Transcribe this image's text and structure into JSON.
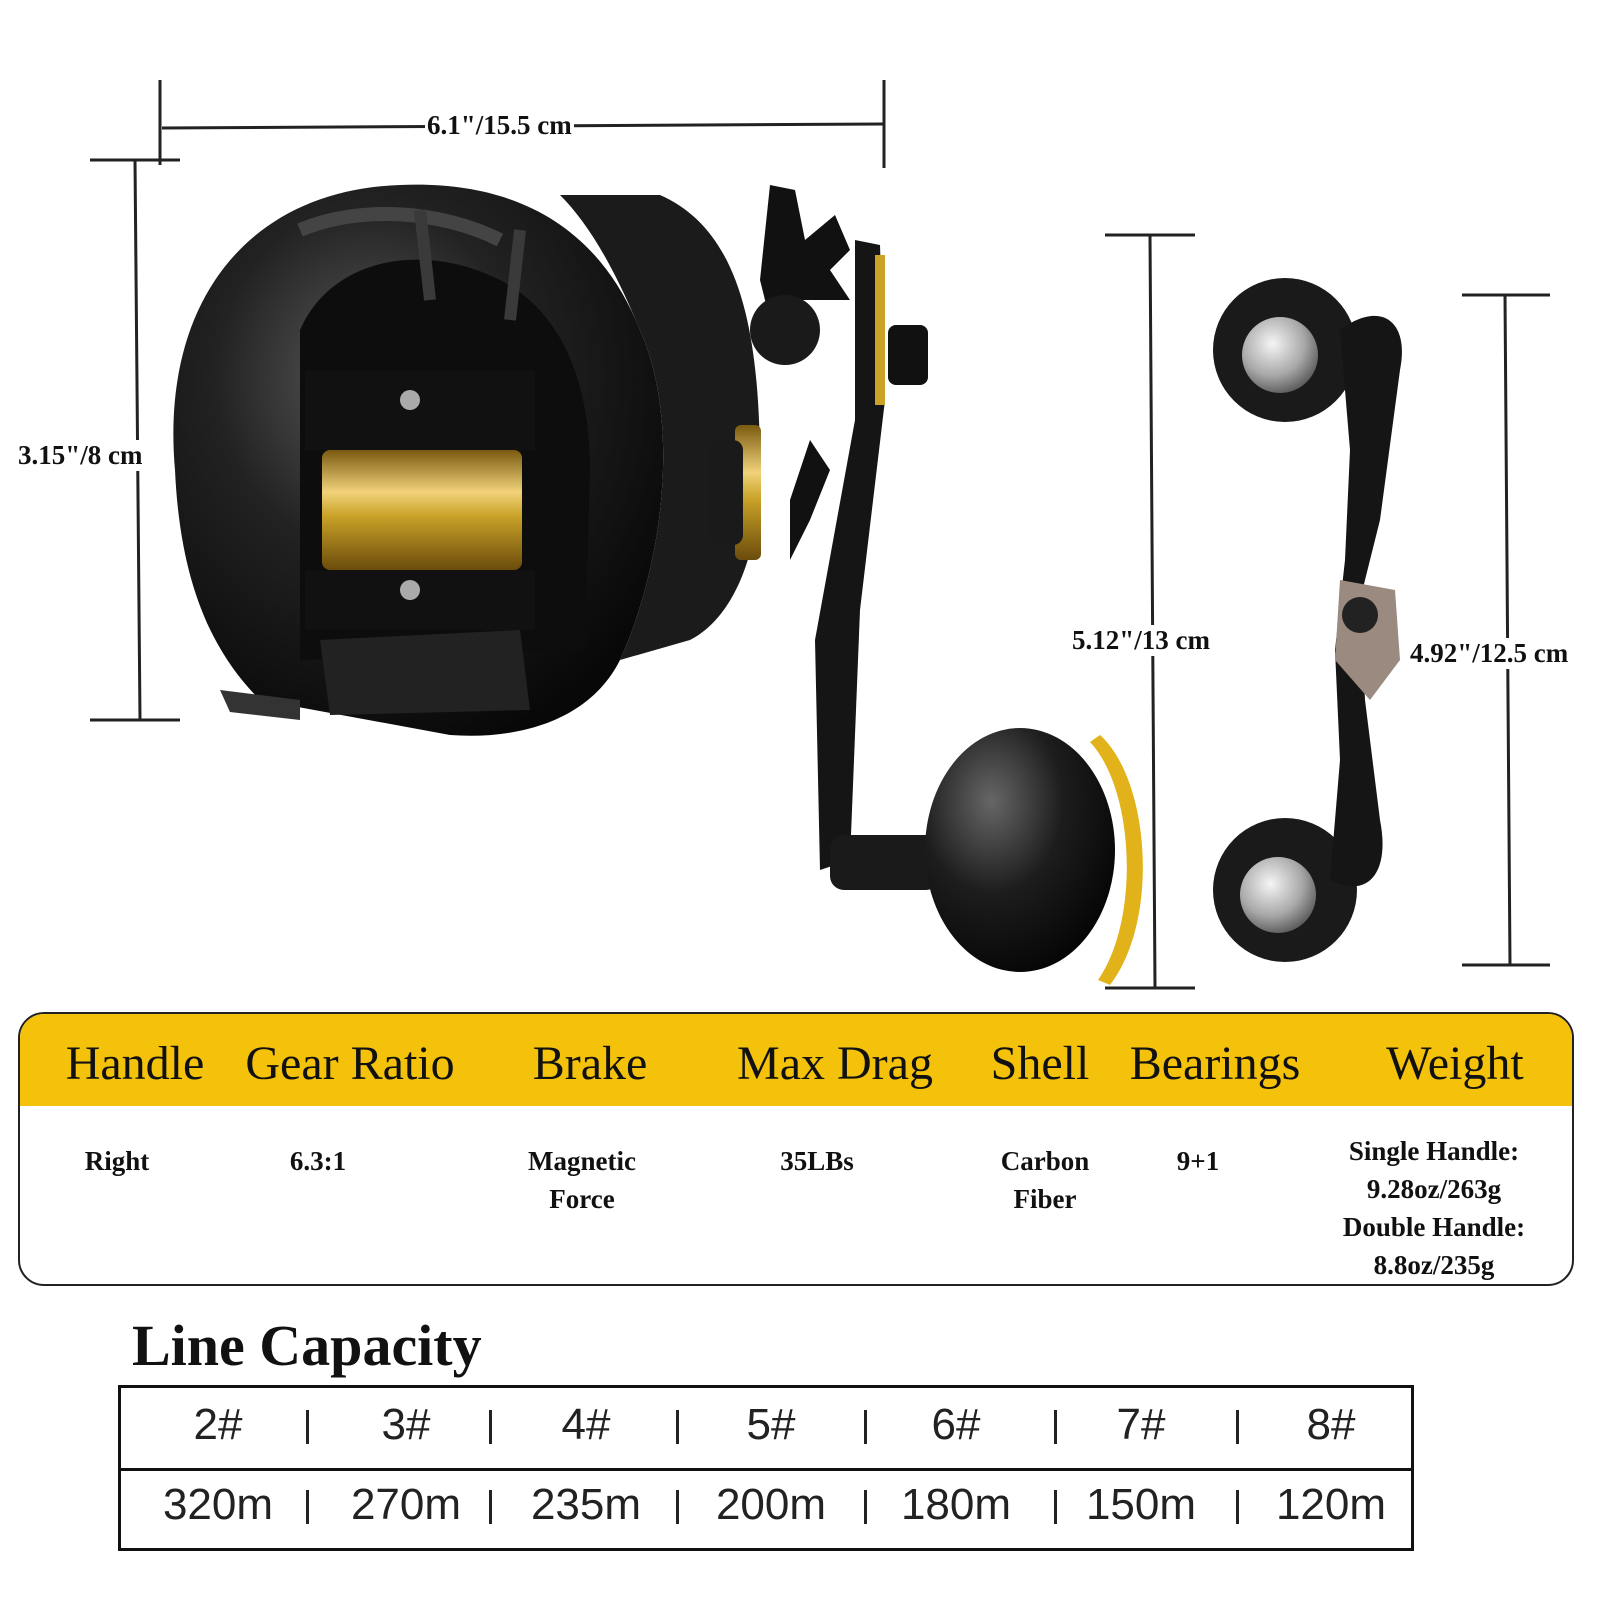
{
  "dimensions": {
    "width_label": "6.1\"/15.5 cm",
    "height_label": "3.15\"/8 cm",
    "handle_length_label": "5.12\"/13 cm",
    "double_handle_length_label": "4.92\"/12.5 cm"
  },
  "specs": {
    "headers": [
      "Handle",
      "Gear Ratio",
      "Brake",
      "Max Drag",
      "Shell",
      "Bearings",
      "Weight"
    ],
    "values": [
      [
        "Right"
      ],
      [
        "6.3:1"
      ],
      [
        "Magnetic",
        "Force"
      ],
      [
        "35LBs"
      ],
      [
        "Carbon",
        "Fiber"
      ],
      [
        "9+1"
      ],
      [
        "Single Handle:",
        "9.28oz/263g",
        "Double Handle:",
        "8.8oz/235g"
      ]
    ],
    "header_color": "#f4c20a"
  },
  "line_capacity": {
    "title": "Line Capacity",
    "sizes": [
      "2#",
      "3#",
      "4#",
      "5#",
      "6#",
      "7#",
      "8#"
    ],
    "lengths": [
      "320m",
      "270m",
      "235m",
      "200m",
      "180m",
      "150m",
      "120m"
    ]
  },
  "colors": {
    "accent": "#f4c20a",
    "reel_body": "#1a1a1a",
    "spool_gold": "#c9a227"
  }
}
